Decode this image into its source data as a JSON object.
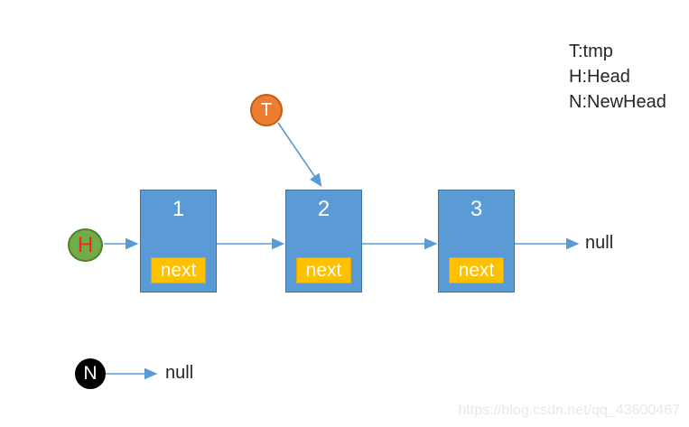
{
  "legend": {
    "lines": [
      "T:tmp",
      "H:Head",
      "N:NewHead"
    ]
  },
  "pointers": {
    "tmp": {
      "label": "T",
      "color": "#ED7D31"
    },
    "head": {
      "label": "H",
      "color": "#70AD47",
      "text_color": "#FF1F1F"
    },
    "newhead": {
      "label": "N",
      "color": "#000000"
    }
  },
  "nodes": [
    {
      "value": "1",
      "next_label": "next"
    },
    {
      "value": "2",
      "next_label": "next"
    },
    {
      "value": "3",
      "next_label": "next"
    }
  ],
  "null_labels": {
    "tail": "null",
    "newhead": "null"
  },
  "watermark": "https://blog.csdn.net/qq_43600467",
  "colors": {
    "node_fill": "#5B9BD5",
    "node_border": "#41719C",
    "next_fill": "#FFC000",
    "arrow": "#5B9BD5",
    "legend_text": "#262626"
  }
}
